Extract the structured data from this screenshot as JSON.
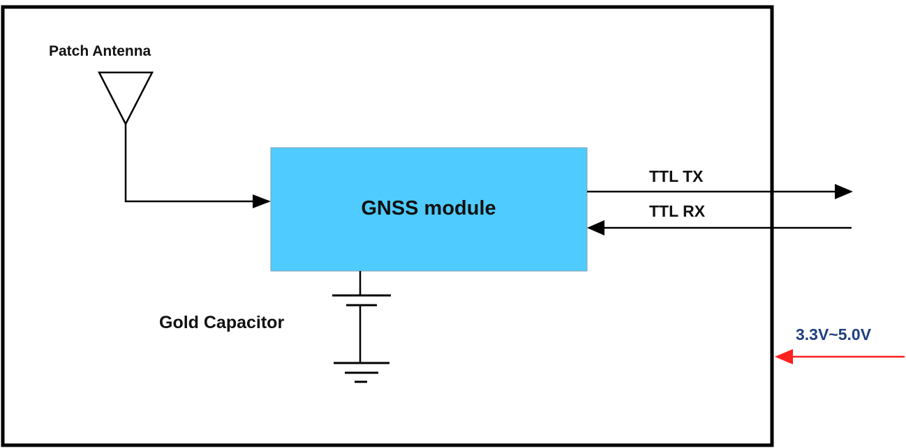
{
  "labels": {
    "antenna": "Patch Antenna",
    "module": "GNSS module",
    "tx": "TTL TX",
    "rx": "TTL RX",
    "capacitor": "Gold Capacitor",
    "power": "3.3V~5.0V"
  },
  "colors": {
    "module_fill": "#4FCBFF",
    "power_arrow": "#FF2020",
    "power_text": "#1F3F7F",
    "outline": "#000000"
  }
}
